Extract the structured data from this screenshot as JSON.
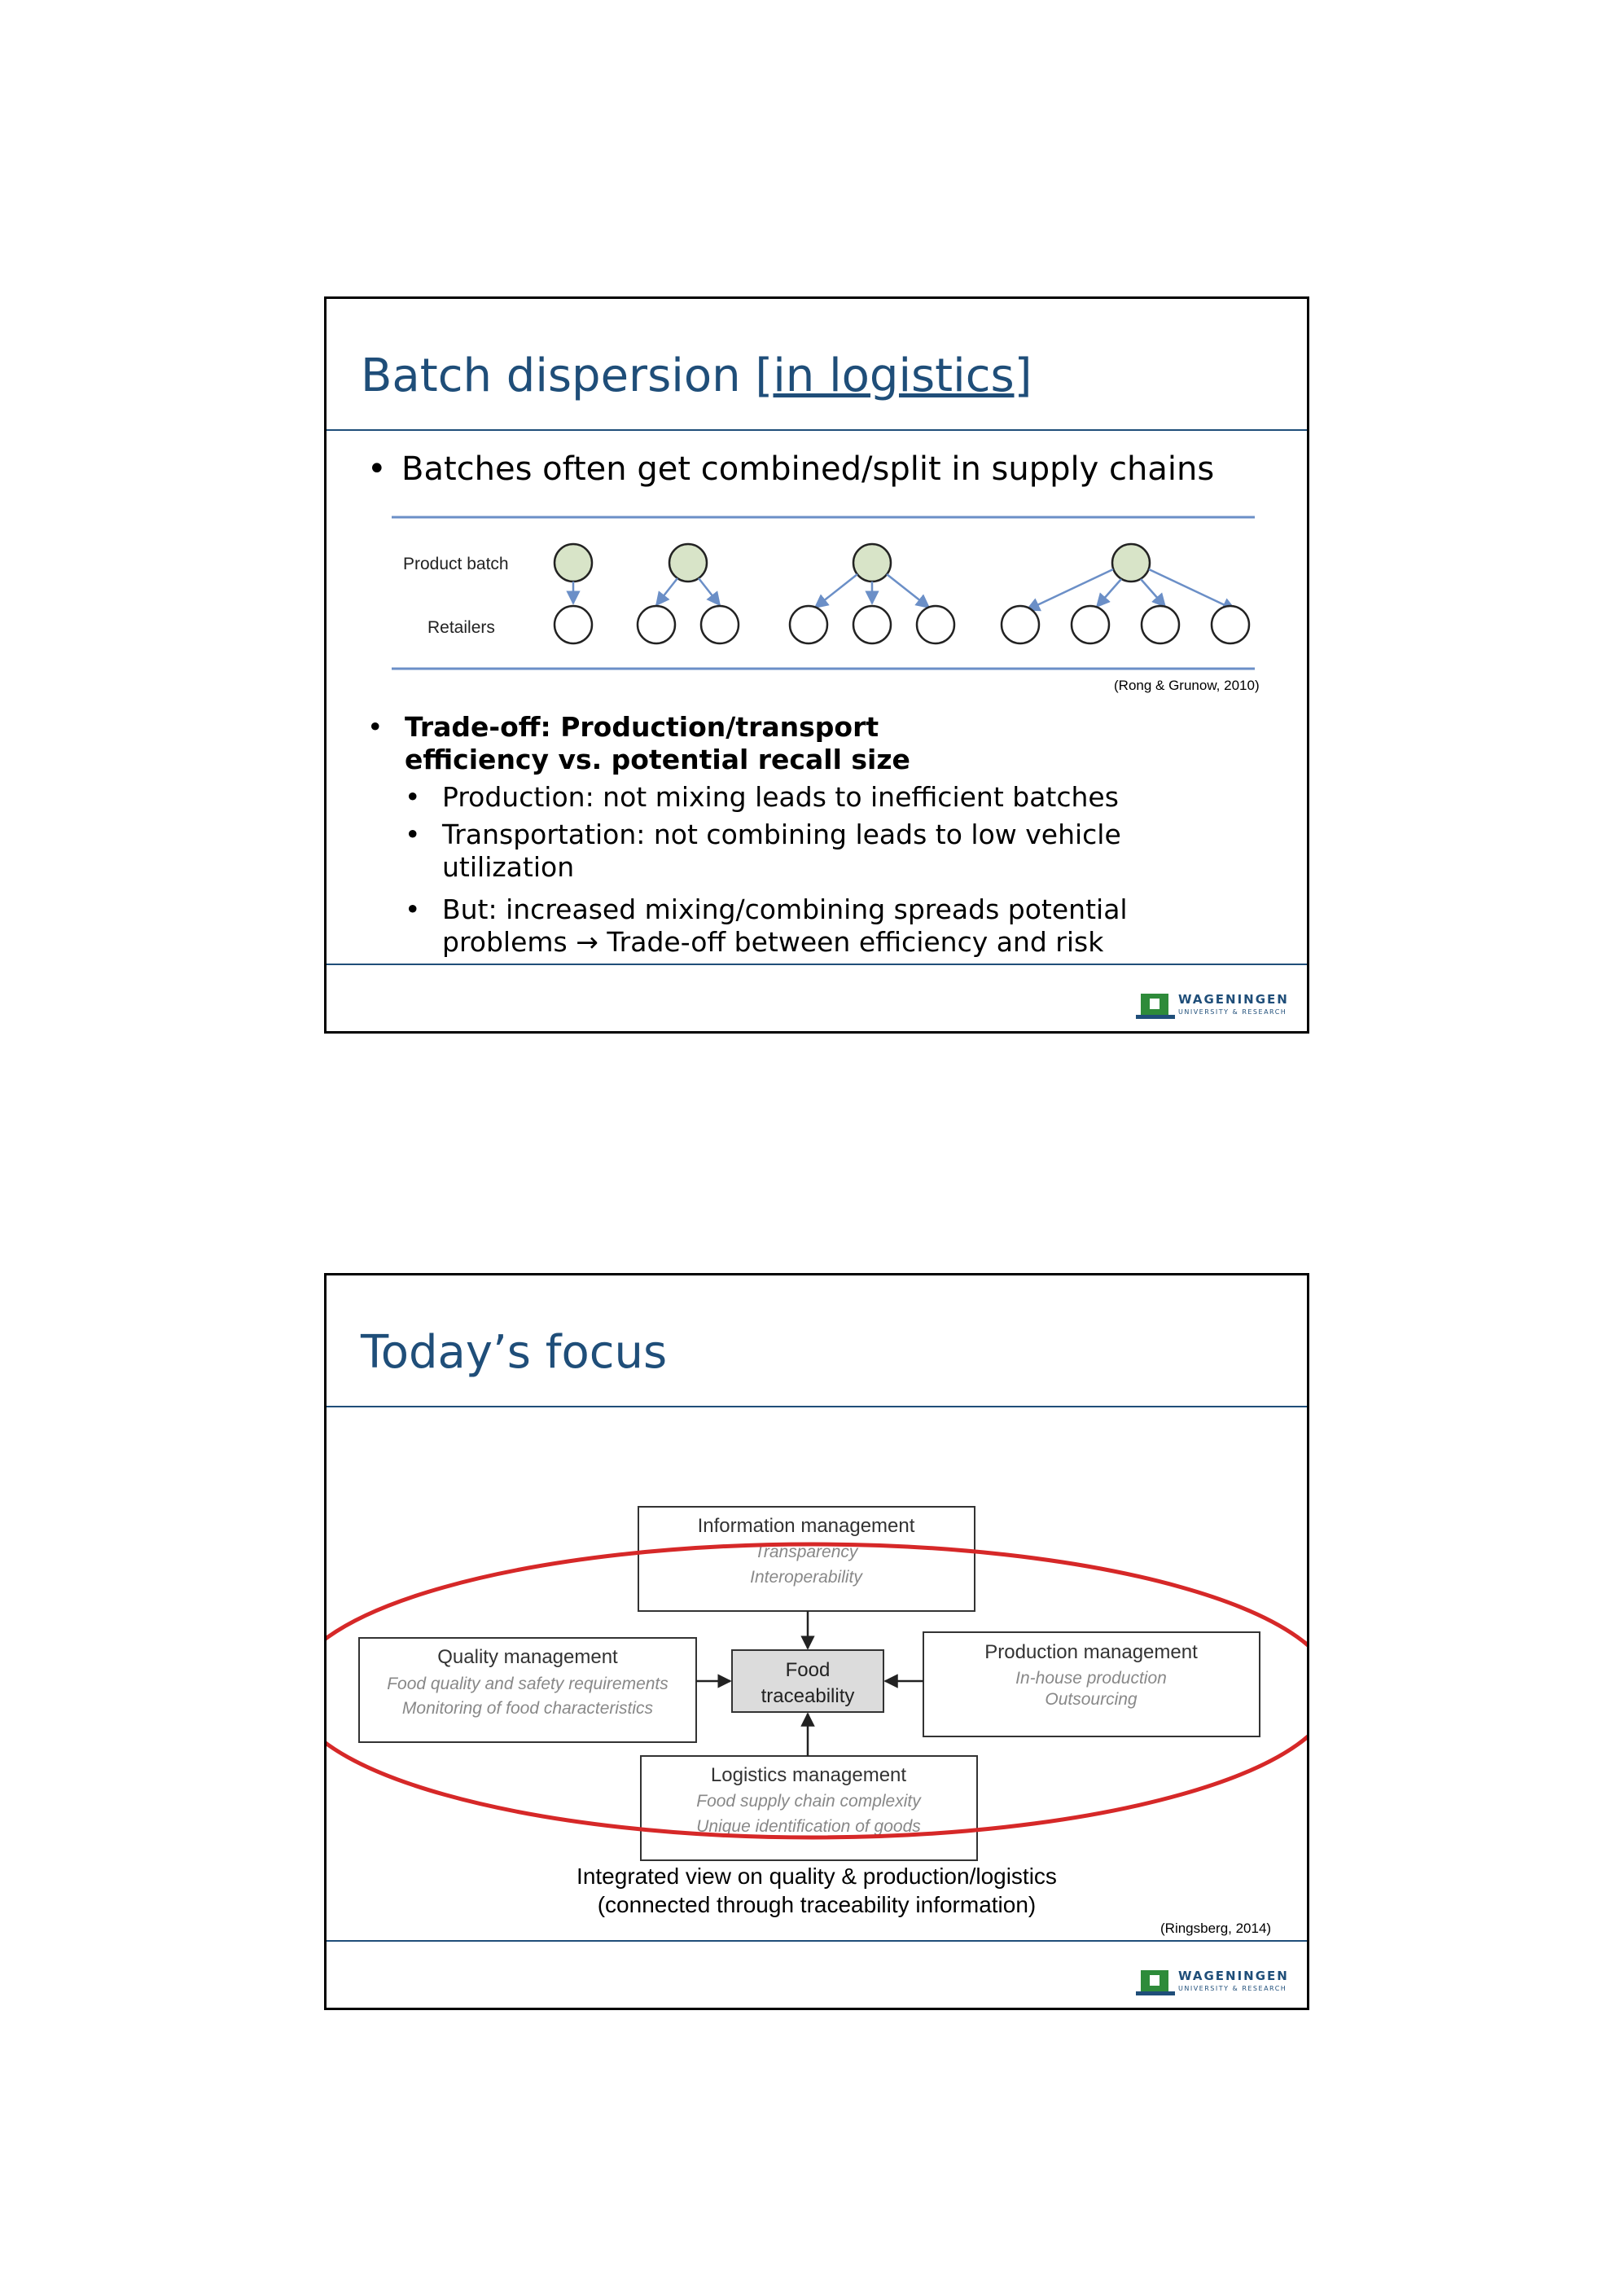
{
  "slide1": {
    "title_main": "Batch dispersion ",
    "title_link": "[in logistics]",
    "bullet_main": "Batches often get combined/split in supply chains",
    "diagram": {
      "label_product": "Product batch",
      "label_retailers": "Retailers"
    },
    "citation": "(Rong & Grunow, 2010)",
    "tradeoff_line1": "Trade-off: Production/transport",
    "tradeoff_line2": "efficiency vs. potential recall size",
    "sub_bullets": [
      "Production: not mixing leads to inefficient batches",
      "Transportation: not combining leads to low vehicle utilization",
      "But: increased mixing/combining spreads potential problems → Trade-off between efficiency and risk"
    ],
    "logo_line1": "WAGENINGEN",
    "logo_line2": "UNIVERSITY & RESEARCH"
  },
  "slide2": {
    "title": "Today’s focus",
    "boxes": {
      "info_title": "Information management",
      "info_item1": "Transparency",
      "info_item2": "Interoperability",
      "quality_title": "Quality management",
      "quality_item1": "Food quality and safety requirements",
      "quality_item2": "Monitoring of food characteristics",
      "food_line1": "Food",
      "food_line2": "traceability",
      "production_title": "Production management",
      "production_item1": "In-house production",
      "production_item2": "Outsourcing",
      "logistics_title": "Logistics management",
      "logistics_item1": "Food supply chain complexity",
      "logistics_item2": "Unique identification of goods"
    },
    "conclusion_line1": "Integrated view on quality & production/logistics",
    "conclusion_line2": "(connected through traceability information)",
    "citation": "(Ringsberg, 2014)",
    "logo_line1": "WAGENINGEN",
    "logo_line2": "UNIVERSITY & RESEARCH"
  },
  "colors": {
    "title_blue": "#1f4e79",
    "logo_green": "#2e8b3a",
    "node_fill": "#d8e4c8",
    "arrow_blue": "#6b8fc7",
    "ellipse_red": "#d62828",
    "box_grey": "#dcdcdc"
  }
}
